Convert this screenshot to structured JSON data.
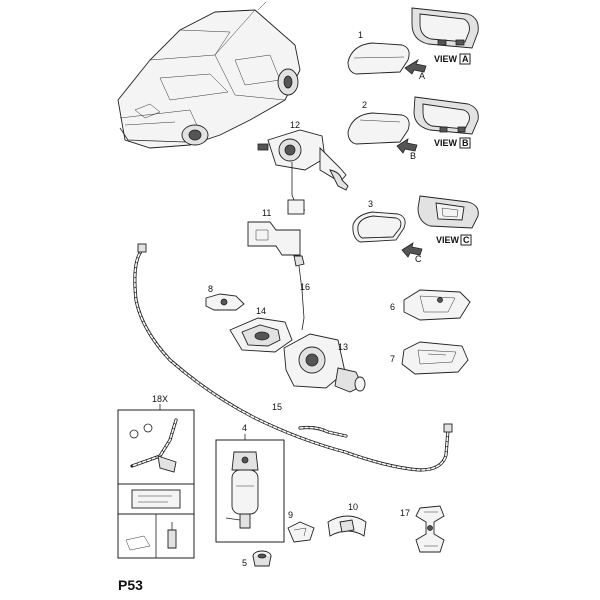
{
  "diagram": {
    "page_code": "P53",
    "callouts": {
      "c1": "1",
      "c2": "2",
      "c3": "3",
      "c4": "4",
      "c5": "5",
      "c6": "6",
      "c7": "7",
      "c8": "8",
      "c9": "9",
      "c10": "10",
      "c11": "11",
      "c12": "12",
      "c13": "13",
      "c14": "14",
      "c15": "15",
      "c16": "16",
      "c17": "17",
      "c18x": "18X"
    },
    "view_labels": {
      "a": "VIEW",
      "b": "VIEW",
      "c": "VIEW"
    },
    "view_letters": {
      "a": "A",
      "b": "B",
      "c": "C"
    },
    "arrow_letters": {
      "a": "A",
      "b": "B",
      "c": "C"
    }
  }
}
